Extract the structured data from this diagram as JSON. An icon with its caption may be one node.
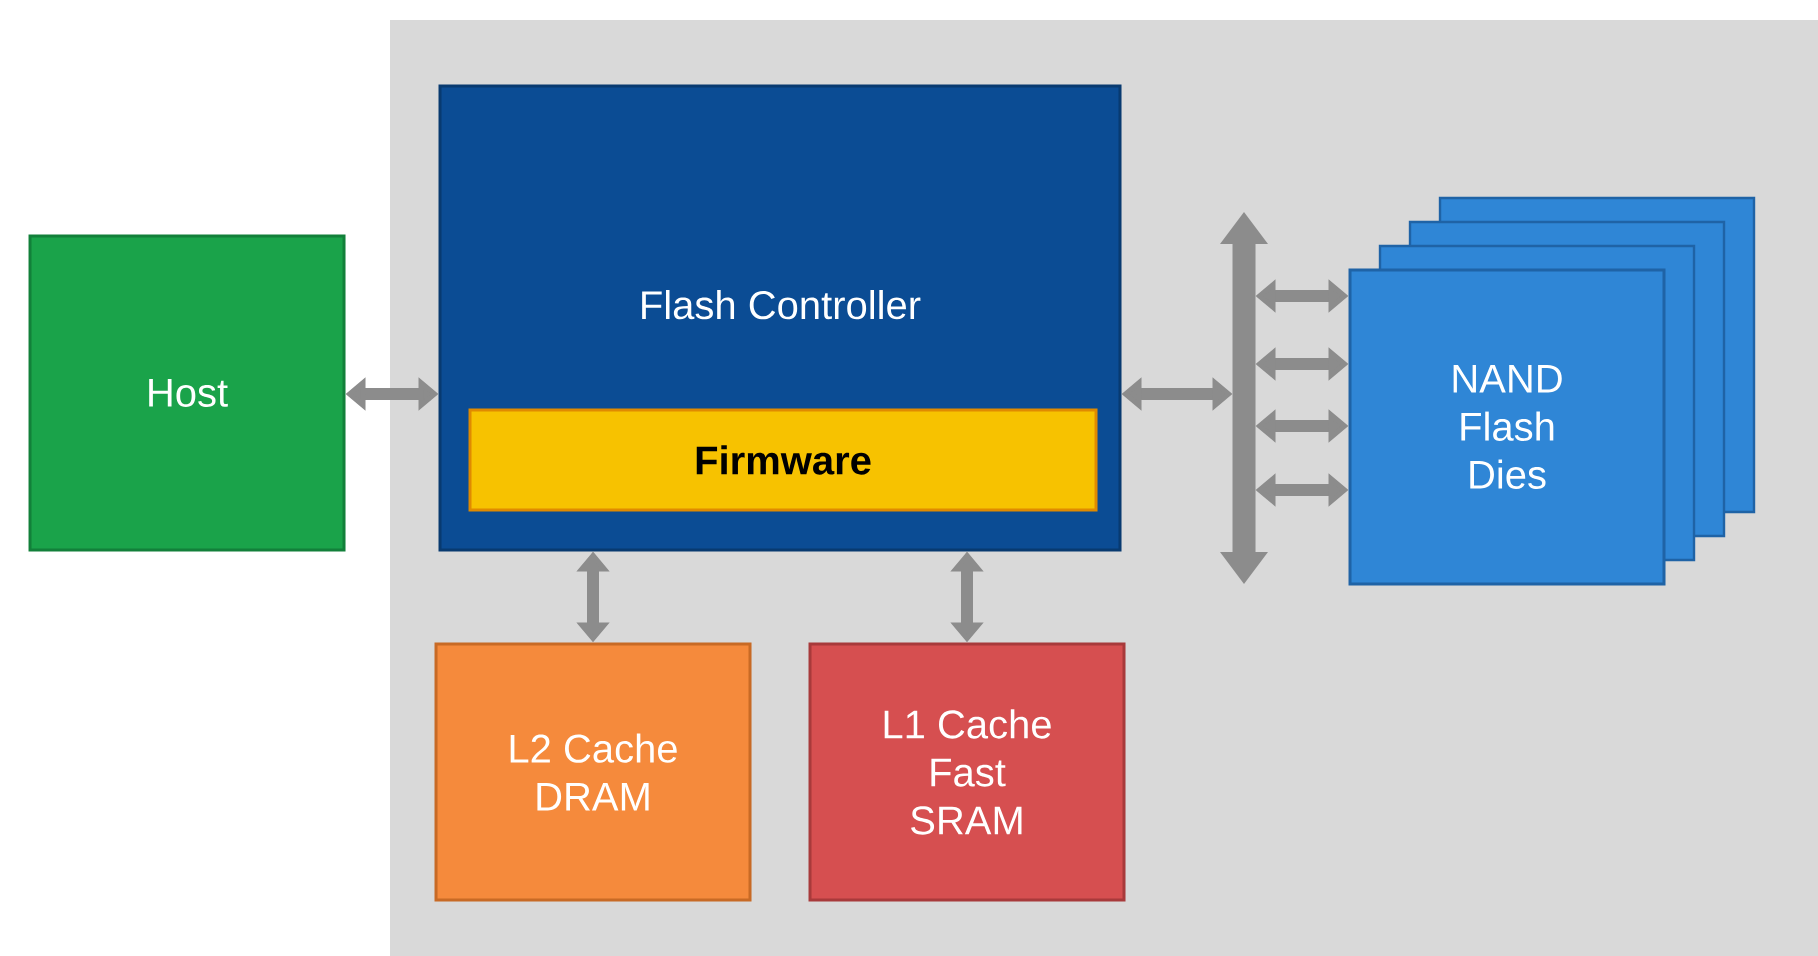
{
  "diagram": {
    "nodes": [
      {
        "text": [
          "Host"
        ]
      },
      {
        "text": [
          "Flash Controller"
        ]
      },
      {
        "text": [
          "Firmware"
        ],
        "in": 1
      },
      {
        "text": [
          "L2 Cache DRAM"
        ]
      },
      {
        "text": [
          "L1 Cache Fast SRAM"
        ]
      },
      {
        "text": [],
        "shape": "bar"
      },
      {
        "text": [
          "NAND Flash Dies"
        ]
      }
    ],
    "edges": [
      {
        "from": 0,
        "to": 1,
        "arrow": "both"
      },
      {
        "from": 1,
        "to": 5,
        "arrow": "both"
      },
      {
        "from": 1,
        "to": 3,
        "arrow": "both"
      },
      {
        "from": 1,
        "to": 4,
        "arrow": "both"
      },
      {
        "from": 5,
        "to": 6,
        "arrow": "both"
      },
      {
        "from": 5,
        "to": 6,
        "arrow": "both"
      },
      {
        "from": 5,
        "to": 6,
        "arrow": "both"
      },
      {
        "from": 5,
        "to": 6,
        "arrow": "both"
      }
    ]
  }
}
